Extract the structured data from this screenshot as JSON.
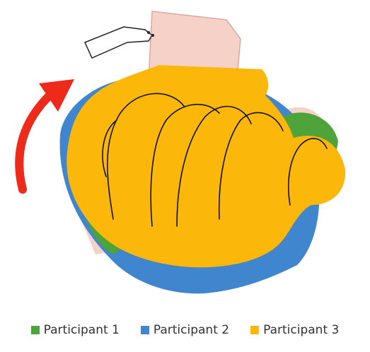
{
  "colors": {
    "participant_1": "#4ea33a",
    "participant_2": "#3f86cf",
    "participant_3": "#fbb70a",
    "hand_skin": "#f6d1c8",
    "arrow": "#ee2a1b",
    "outline": "#111111"
  },
  "legend": {
    "items": [
      {
        "label": "Participant 1",
        "color": "#4ea33a"
      },
      {
        "label": "Participant 2",
        "color": "#3f86cf"
      },
      {
        "label": "Participant 3",
        "color": "#fbb70a"
      }
    ]
  }
}
